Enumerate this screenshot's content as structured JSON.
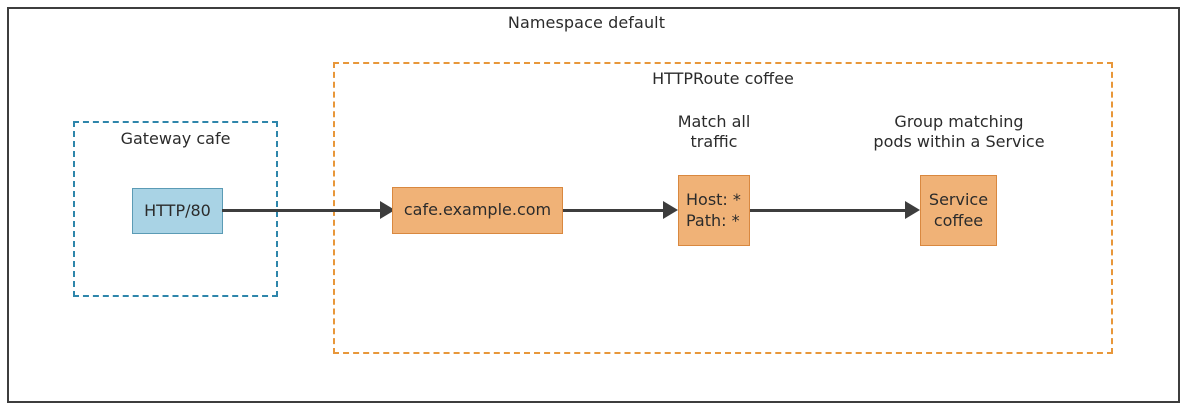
{
  "diagram": {
    "namespace": {
      "label": "Namespace default"
    },
    "gateway": {
      "label": "Gateway cafe",
      "listener": {
        "label": "HTTP/80"
      }
    },
    "httproute": {
      "label": "HTTPRoute coffee",
      "hostname": {
        "label": "cafe.example.com"
      },
      "match": {
        "caption_line1": "Match all",
        "caption_line2": "traffic",
        "rule_line1": "Host: *",
        "rule_line2": "Path: *"
      },
      "backend": {
        "caption_line1": "Group matching",
        "caption_line2": "pods within a Service",
        "name_line1": "Service",
        "name_line2": "coffee"
      }
    },
    "edges": [
      {
        "from": "HTTP/80",
        "to": "cafe.example.com"
      },
      {
        "from": "cafe.example.com",
        "to": "Host: * Path: *"
      },
      {
        "from": "Host: * Path: *",
        "to": "Service coffee"
      }
    ],
    "colors": {
      "outer_border": "#3d3d3d",
      "gateway_dashed": "#2e86ab",
      "httproute_dashed": "#e8973a",
      "listener_fill": "#a9d3e5",
      "listener_border": "#5b9bb5",
      "node_fill": "#f0b277",
      "node_border": "#d9883f",
      "arrow": "#3d3d3d",
      "text": "#2b2b2b"
    }
  }
}
